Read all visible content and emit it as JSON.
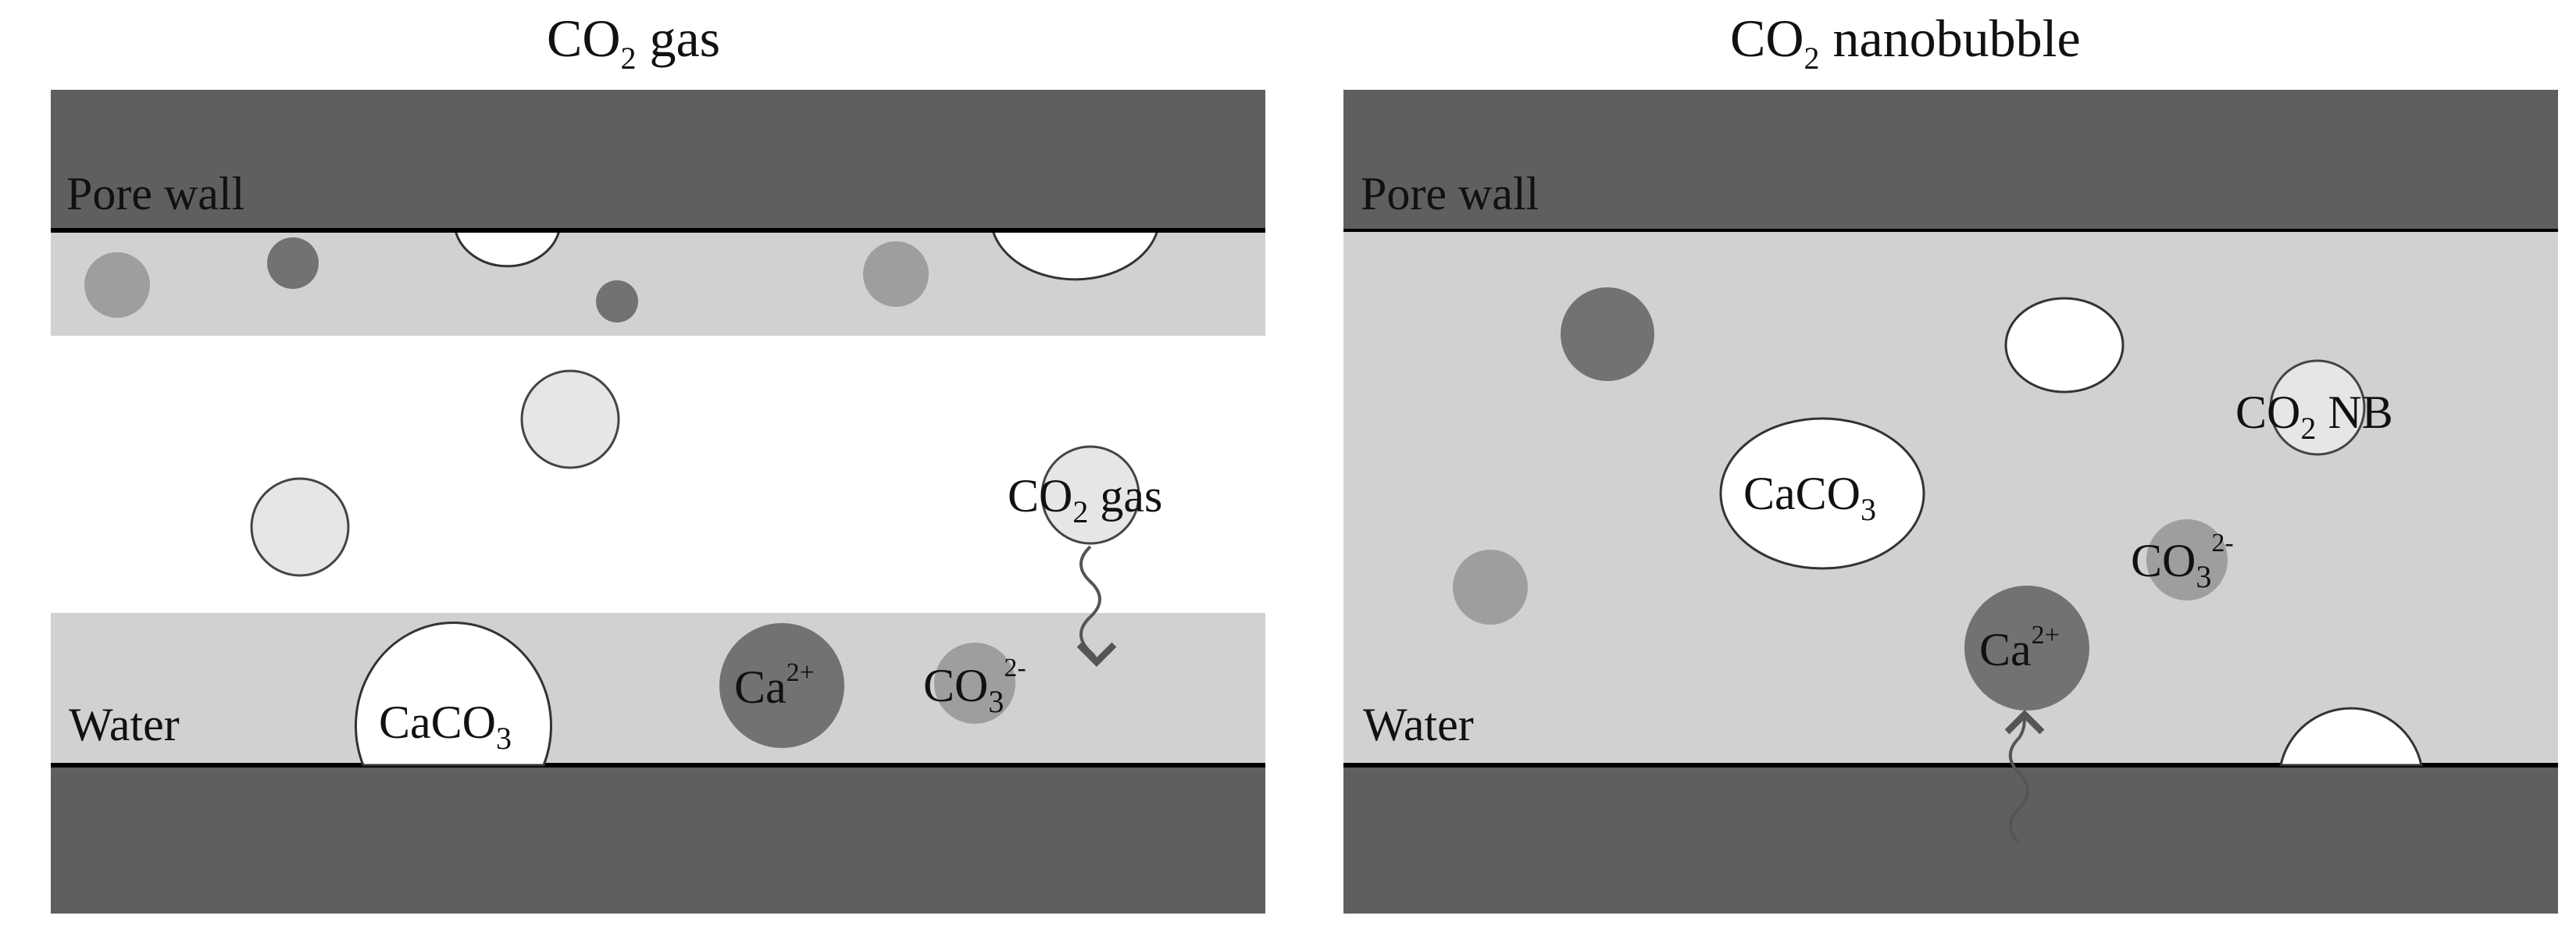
{
  "panels": {
    "left": {
      "title_main": "CO",
      "title_sub": "2",
      "title_rest": " gas",
      "pore_wall_label": "Pore wall",
      "water_label": "Water",
      "caco3_main": "CaCO",
      "caco3_sub": "3",
      "ca_main": "Ca",
      "ca_sup": "2+",
      "co3_main": "CO",
      "co3_sub": "3",
      "co3_sup": "2-",
      "co2gas_main": "CO",
      "co2gas_sub": "2",
      "co2gas_rest": " gas"
    },
    "right": {
      "title_main": "CO",
      "title_sub": "2",
      "title_rest": "  nanobubble",
      "pore_wall_label": "Pore wall",
      "water_label": "Water",
      "caco3_main": "CaCO",
      "caco3_sub": "3",
      "ca_main": "Ca",
      "ca_sup": "2+",
      "co3_main": "CO",
      "co3_sub": "3",
      "co3_sup": "2-",
      "nb_main": "CO",
      "nb_sub": "2",
      "nb_rest": " NB"
    }
  },
  "colors": {
    "pore_wall": "#5f5f5f",
    "water": "#d1d1d1",
    "gas_gap": "#ffffff",
    "ca_ion": "#727272",
    "co3_ion": "#9e9e9e",
    "co2_bubble": "#e6e6e6",
    "caco3": "#ffffff",
    "outline": "#333333",
    "boundary": "#000000"
  }
}
